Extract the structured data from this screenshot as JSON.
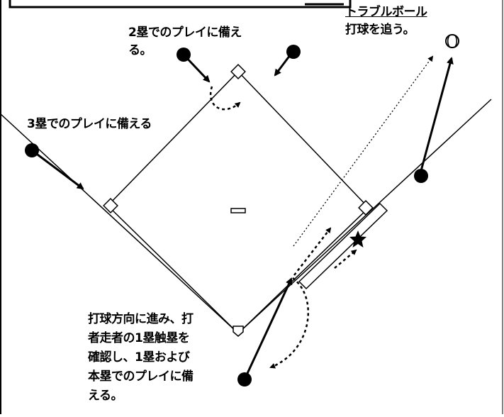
{
  "labels": {
    "second_base_play": [
      "2塁でのプレイに備え",
      "る。"
    ],
    "third_base_play": "3塁でのプレイに備える",
    "trouble_ball_title": "トラブルボール",
    "trouble_ball_action": "打球を追う。",
    "pitcher_mound_text": "",
    "catcher_instruction": [
      "打球方向に進み、打",
      "者走者の1塁触塁を",
      "確認し、1塁および",
      "本塁でのプレイに備",
      "える。"
    ]
  },
  "symbols": {
    "batted_ball": "baseball-icon",
    "fielder": "fielder-dot",
    "target_position": "star-icon"
  },
  "colors": {
    "line": "#000000",
    "fielder": "#000000",
    "background": "#ffffff"
  }
}
